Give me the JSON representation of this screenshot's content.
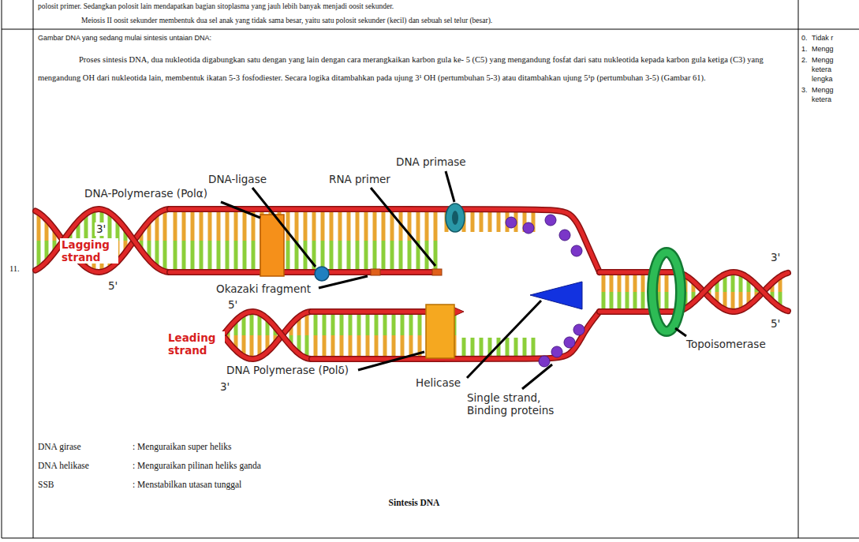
{
  "diagram": {
    "caption": "Sintesis DNA",
    "labels": [
      "polosit primer. Sedangkan polosit lain mendapatkan bagian sitoplasma yang jauh lebih banyak menjadi oosit sekunder.",
      "Meiosis II oosit sekunder membentuk dua sel anak yang tidak sama besar, yaitu satu polosit sekunder (kecil) dan sebuah sel telur (besar).",
      "11.",
      "Gambar  DNA yang sedang mulai sintesis untaian DNA:",
      "Proses sintesis DNA, dua nukleotida digabungkan satu dengan yang lain dengan cara merangkaikan karbon gula ke- 5 (C5) yang mengandung fosfat dari satu nukleotida kepada karbon gula ketiga (C3) yang mengandung OH dari nukleotida lain, membentuk ikatan 5-3 fosfodiester. Secara logika ditambahkan pada ujung 3¹ OH (pertumbuhan 5-3) atau ditambahkan ujung 5¹p (pertumbuhan 3-5) (Gambar 61).",
      "DNA primase",
      "RNA primer",
      "DNA-ligase",
      "DNA-Polymerase (Polα)",
      "3'",
      "Lagging strand",
      "5'",
      "Okazaki fragment",
      "5'",
      "Leading strand",
      "3'",
      "DNA Polymerase (Polδ)",
      "Helicase",
      "Single strand, Binding proteins",
      "Topoisomerase",
      "3'",
      "5'",
      "DNA girase",
      ": Menguraikan super heliks",
      "DNA helikase",
      ": Menguraikan pilinan heliks ganda",
      "SSB",
      ": Menstabilkan utasan tunggal",
      "0.",
      "Tidak r",
      "1.",
      "Mengg",
      "2.",
      "Mengg ketera lengka",
      "3.",
      "Mengg ketera"
    ]
  }
}
